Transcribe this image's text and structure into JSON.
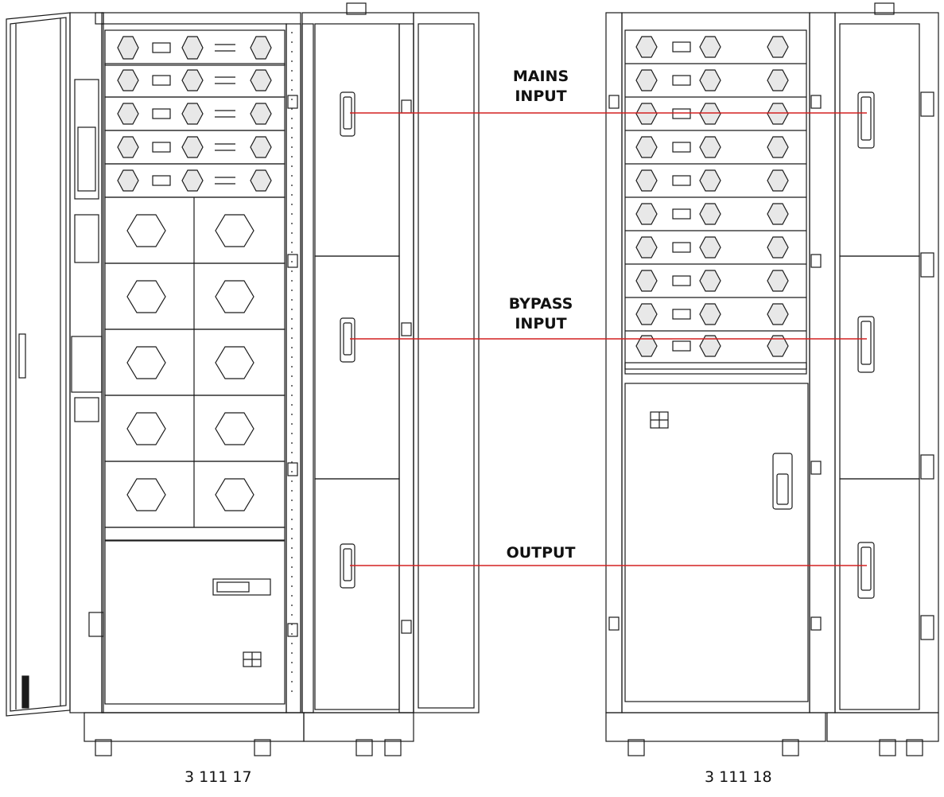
{
  "labels": {
    "mains_line1": "MAINS",
    "mains_line2": "INPUT",
    "bypass_line1": "BYPASS",
    "bypass_line2": "INPUT",
    "output": "OUTPUT"
  },
  "cabinets": {
    "left_code": "3 111 17",
    "right_code": "3 111 18"
  },
  "left_cabinet": {
    "power_module_count": 5,
    "battery_drawer_count": 5
  },
  "right_cabinet": {
    "power_module_count": 10
  },
  "colors": {
    "stroke": "#1a1a1a",
    "connector_line": "#d42020",
    "background": "#ffffff",
    "fan_fill": "#e8e8e8"
  }
}
